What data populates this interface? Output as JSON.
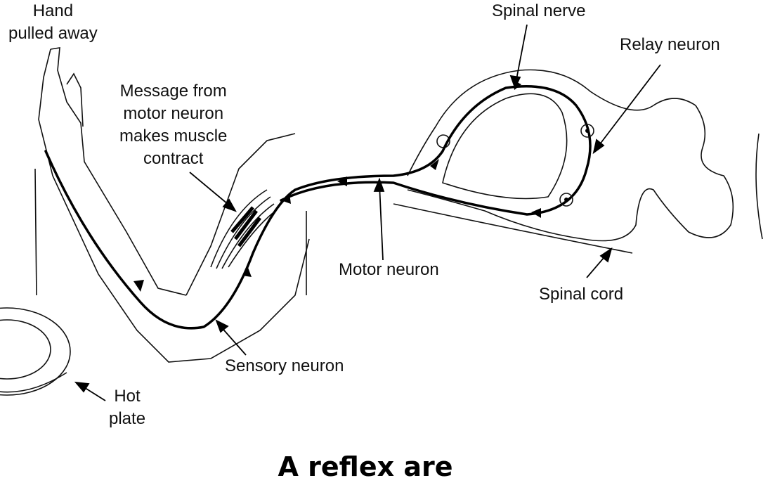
{
  "labels": {
    "hand": "Hand\npulled away",
    "message": "Message from\nmotor neuron\nmakes muscle\ncontract",
    "spinal_nerve": "Spinal nerve",
    "relay_neuron": "Relay neuron",
    "motor_neuron": "Motor neuron",
    "spinal_cord": "Spinal cord",
    "sensory_neuron": "Sensory neuron",
    "hot_plate": "Hot\nplate"
  },
  "caption": "A reflex are"
}
